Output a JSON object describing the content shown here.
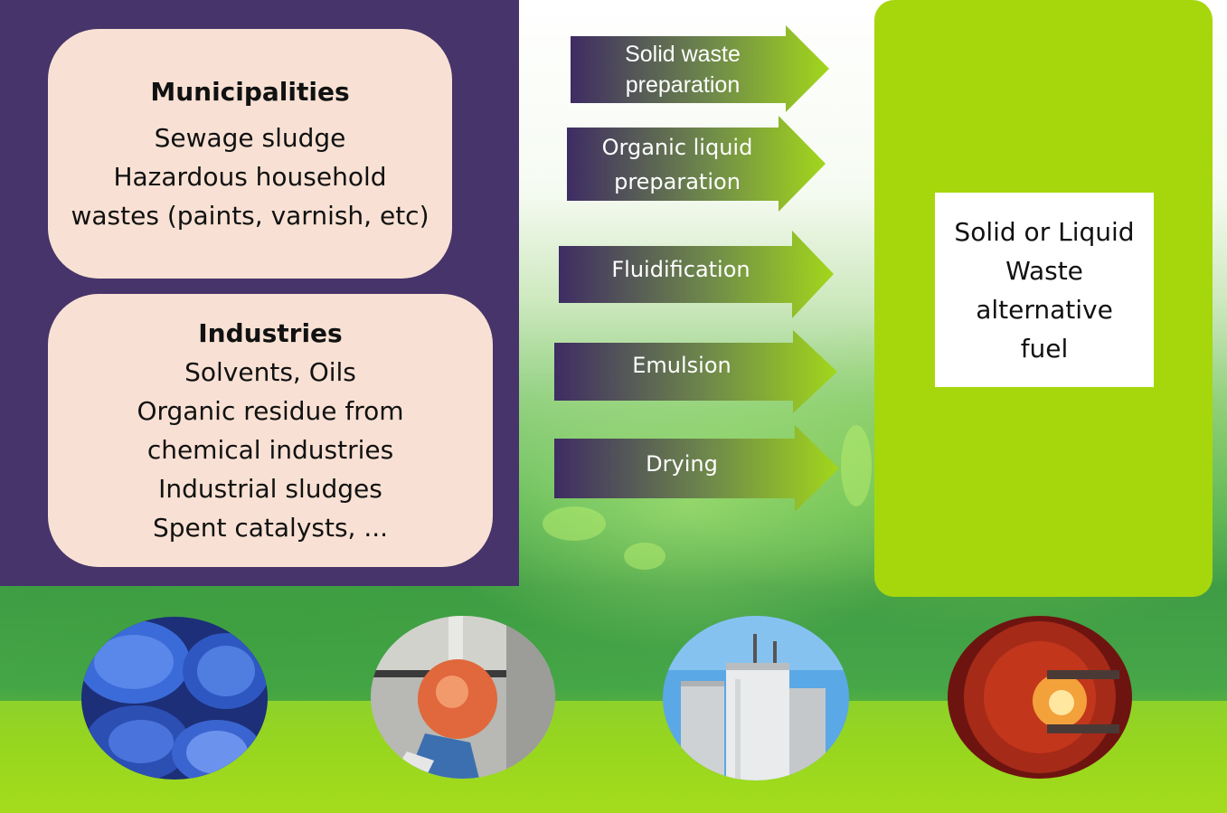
{
  "sources": {
    "municipalities": {
      "heading": "Municipalities",
      "lines": [
        "Sewage sludge",
        "Hazardous household",
        "wastes (paints, varnish, etc)"
      ]
    },
    "industries": {
      "heading": "Industries",
      "lines": [
        "Solvents, Oils",
        "Organic residue from",
        "chemical industries",
        "Industrial sludges",
        "Spent catalysts, ..."
      ]
    }
  },
  "processes": [
    {
      "lines": [
        "Solid waste",
        "preparation"
      ]
    },
    {
      "lines": [
        "Organic liquid",
        "preparation"
      ]
    },
    {
      "lines": [
        "Fluidification"
      ]
    },
    {
      "lines": [
        "Emulsion"
      ]
    },
    {
      "lines": [
        "Drying"
      ]
    }
  ],
  "target": {
    "lines": [
      "Solid or Liquid",
      "Waste",
      "alternative",
      "fuel"
    ]
  },
  "photos": [
    {
      "icon": "blue-barrels-photo-icon"
    },
    {
      "icon": "lab-flask-photo-icon"
    },
    {
      "icon": "storage-tanks-photo-icon"
    },
    {
      "icon": "kiln-flame-photo-icon"
    }
  ],
  "colors": {
    "purple_panel": "#46346a",
    "source_box": "#f8e1d4",
    "target_panel": "#a6d70d",
    "arrow_start": "#3e2c63",
    "arrow_end": "#a2d71b"
  }
}
